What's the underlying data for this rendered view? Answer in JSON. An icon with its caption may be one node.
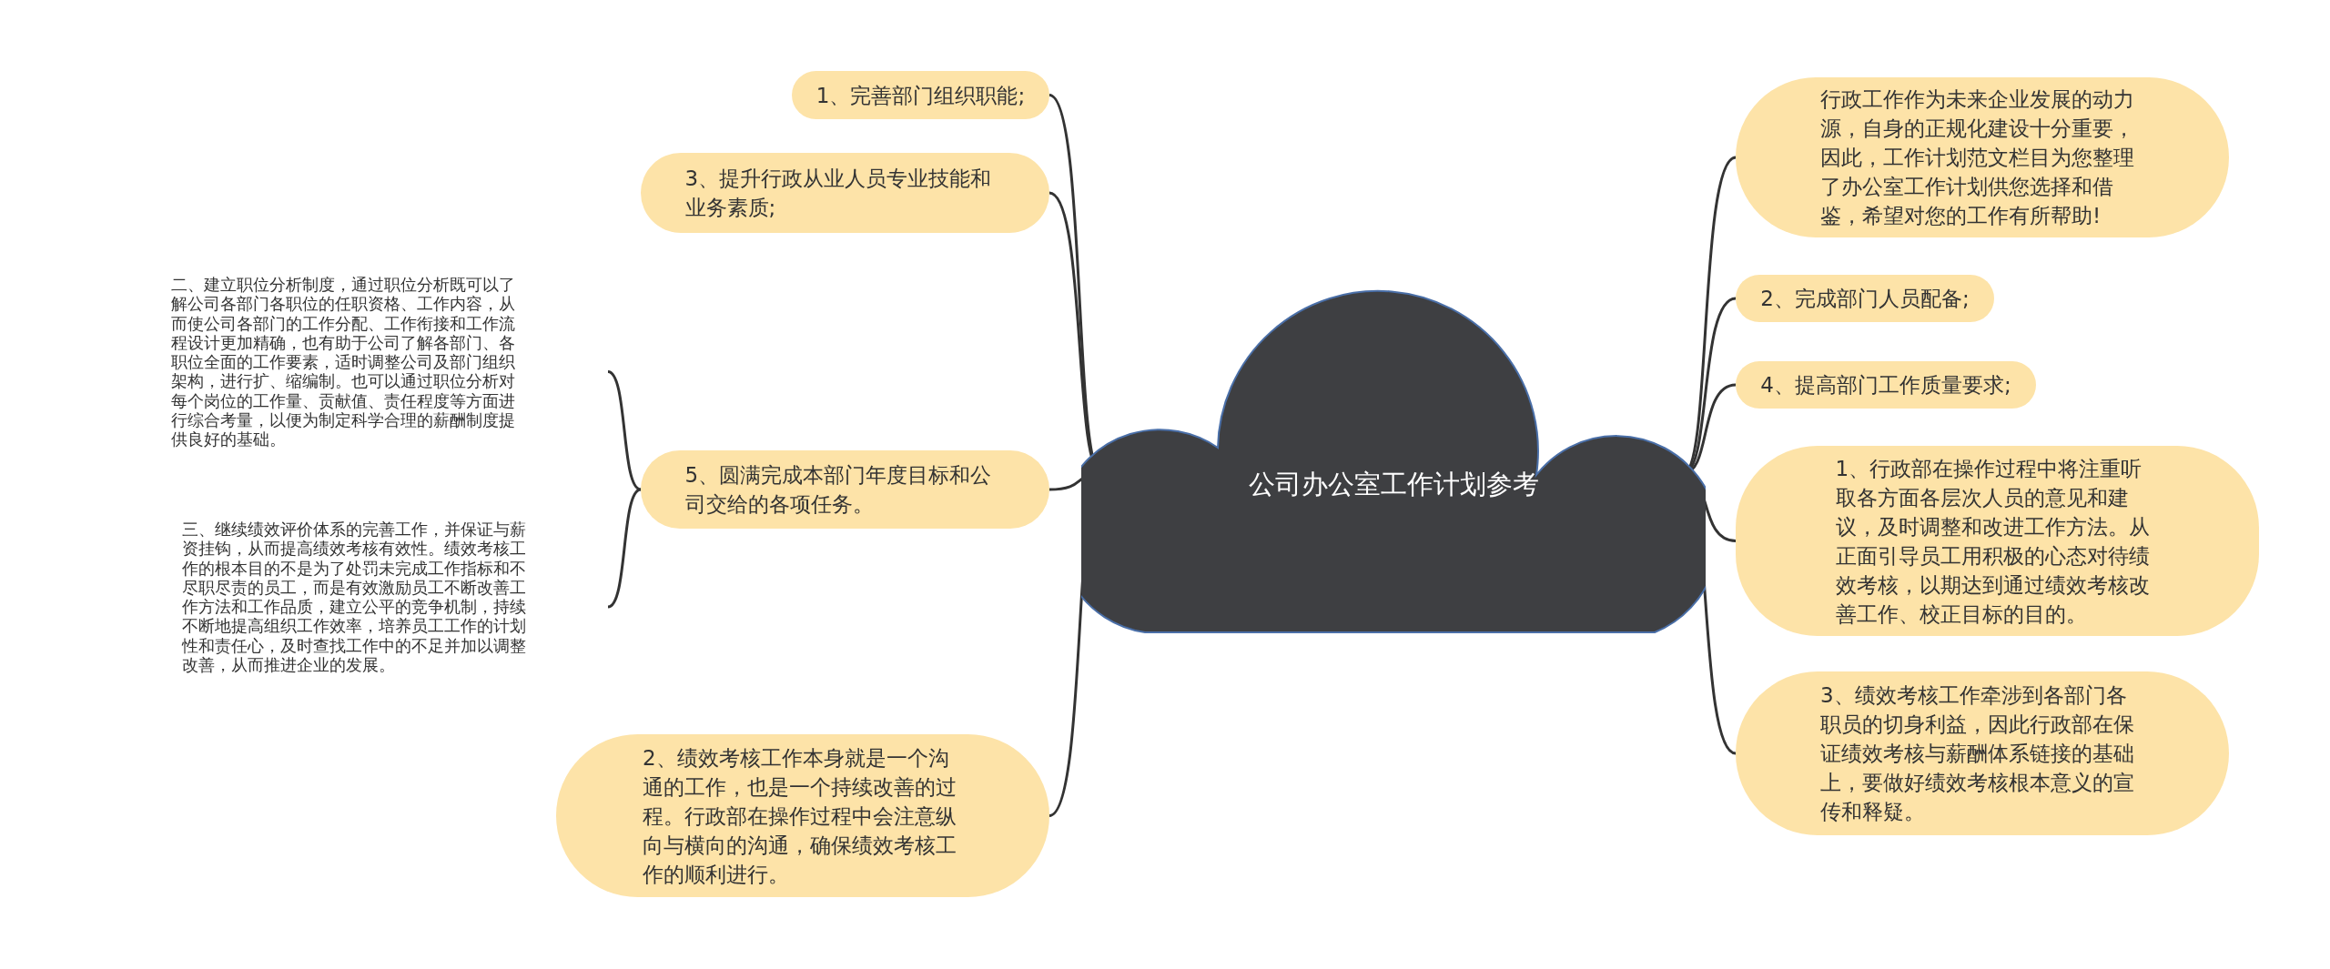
{
  "diagram": {
    "nodes": [
      {
        "text": [
          "公司办公室工作计划参考"
        ]
      },
      {
        "text": [
          "1、完善部门组织职能;"
        ]
      },
      {
        "text": [
          "3、提升行政从业人员专业技能和业务素质;"
        ]
      },
      {
        "text": [
          "5、圆满完成本部门年度目标和公司交给的各项任务。"
        ]
      },
      {
        "text": [
          "2、绩效考核工作本身就是一个沟通的工作，也是一个持续改善的过程。行政部在操作过程中会注意纵向与横向的沟通，确保绩效考核工作的顺利进行。"
        ]
      },
      {
        "text": [
          "二、建立职位分析制度，通过职位分析既可以了解公司各部门各职位的任职资格、工作内容，从而使公司各部门的工作分配、工作衔接和工作流程设计更加精确，也有助于公司了解各部门、各职位全面的工作要素，适时调整公司及部门组织架构，进行扩、缩编制。也可以通过职位分析对每个岗位的工作量、贡献值、责任程度等方面进行综合考量，以便为制定科学合理的薪酬制度提供良好的基础。"
        ]
      },
      {
        "text": [
          "三、继续绩效评价体系的完善工作，并保证与薪资挂钩，从而提高绩效考核有效性。绩效考核工作的根本目的不是为了处罚未完成工作指标和不尽职尽责的员工，而是有效激励员工不断改善工作方法和工作品质，建立公平的竞争机制，持续不断地提高组织工作效率，培养员工工作的计划性和责任心，及时查找工作中的不足并加以调整改善，从而推进企业的发展。"
        ]
      },
      {
        "text": [
          "行政工作作为未来企业发展的动力源，自身的正规化建设十分重要，因此，工作计划范文栏目为您整理了办公室工作计划供您选择和借鉴，希望对您的工作有所帮助!"
        ]
      },
      {
        "text": [
          "2、完成部门人员配备;"
        ]
      },
      {
        "text": [
          "4、提高部门工作质量要求;"
        ]
      },
      {
        "text": [
          "1、行政部在操作过程中将注重听取各方面各层次人员的意见和建议，及时调整和改进工作方法。从正面引导员工用积极的心态对待绩效考核，以期达到通过绩效考核改善工作、校正目标的目的。"
        ]
      },
      {
        "text": [
          "3、绩效考核工作牵涉到各部门各职员的切身利益，因此行政部在保证绩效考核与薪酬体系链接的基础上，要做好绩效考核根本意义的宣传和释疑。"
        ]
      }
    ],
    "edges": [
      {
        "from": 0,
        "to": 1,
        "arrow": "none"
      },
      {
        "from": 0,
        "to": 2,
        "arrow": "none"
      },
      {
        "from": 0,
        "to": 3,
        "arrow": "none"
      },
      {
        "from": 0,
        "to": 4,
        "arrow": "none"
      },
      {
        "from": 3,
        "to": 5,
        "arrow": "none"
      },
      {
        "from": 3,
        "to": 6,
        "arrow": "none"
      },
      {
        "from": 0,
        "to": 7,
        "arrow": "none"
      },
      {
        "from": 0,
        "to": 8,
        "arrow": "none"
      },
      {
        "from": 0,
        "to": 9,
        "arrow": "none"
      },
      {
        "from": 0,
        "to": 10,
        "arrow": "none"
      },
      {
        "from": 0,
        "to": 11,
        "arrow": "none"
      }
    ]
  }
}
